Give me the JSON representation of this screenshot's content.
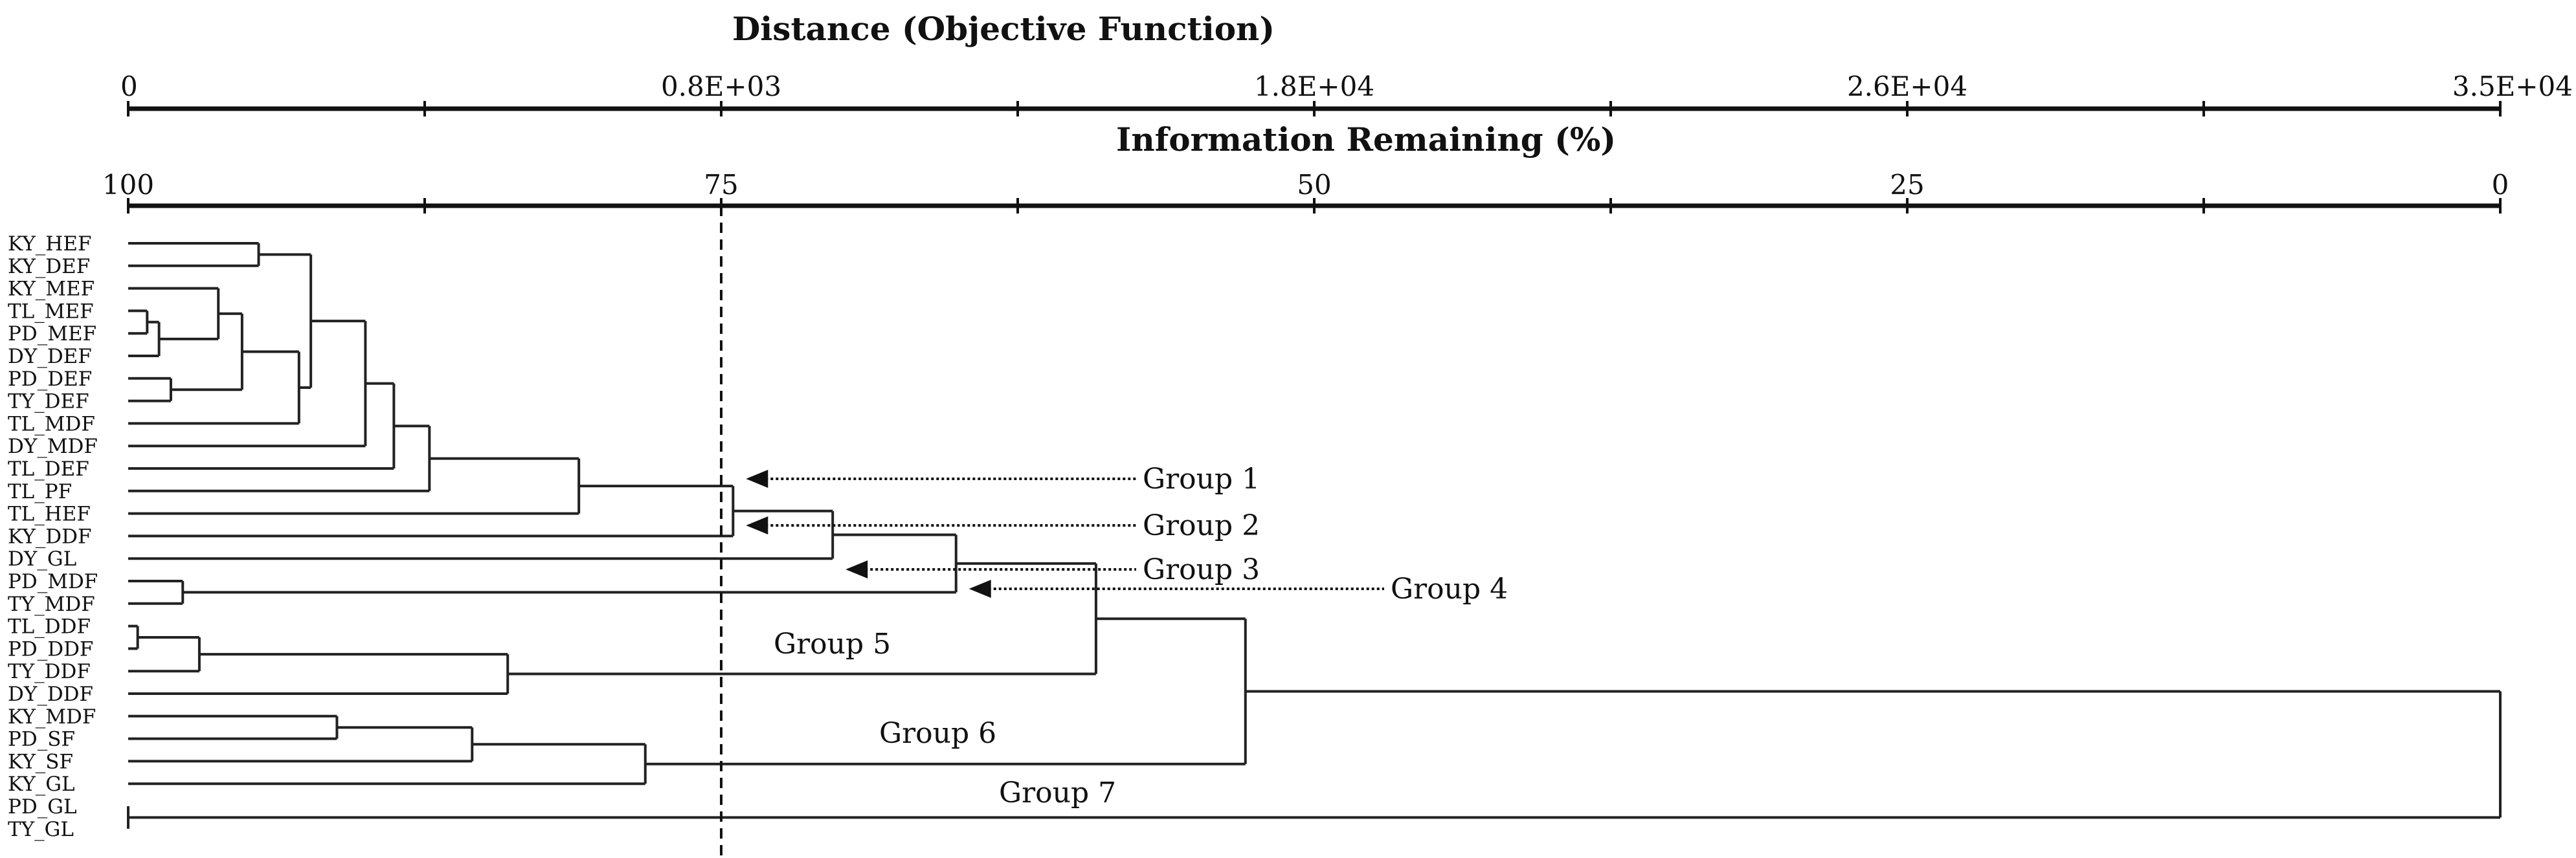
{
  "chart_data": {
    "type": "dendrogram",
    "top_axis": {
      "title": "Distance (Objective Function)",
      "ticks": [
        "0",
        "0.8E+03",
        "1.8E+04",
        "2.6E+04",
        "3.5E+04"
      ]
    },
    "bottom_axis": {
      "title": "Information Remaining (%)",
      "ticks": [
        "100",
        "75",
        "50",
        "25",
        "0"
      ],
      "range": [
        100,
        0
      ]
    },
    "cut_line_info_remaining": 75,
    "leaves": [
      "KY_HEF",
      "KY_DEF",
      "KY_MEF",
      "TL_MEF",
      "PD_MEF",
      "DY_DEF",
      "PD_DEF",
      "TY_DEF",
      "TL_MDF",
      "DY_MDF",
      "TL_DEF",
      "TL_PF",
      "TL_HEF",
      "KY_DDF",
      "DY_GL",
      "PD_MDF",
      "TY_MDF",
      "TL_DDF",
      "PD_DDF",
      "TY_DDF",
      "DY_DDF",
      "KY_MDF",
      "PD_SF",
      "KY_SF",
      "KY_GL",
      "PD_GL",
      "TY_GL"
    ],
    "merges": [
      {
        "a": 0,
        "b": 1,
        "height": 94.5
      },
      {
        "a": 3,
        "b": 4,
        "height": 99.2
      },
      {
        "a": "m1",
        "b": 5,
        "height": 98.7
      },
      {
        "a": 6,
        "b": 7,
        "height": 98.2
      },
      {
        "a": 2,
        "b": "m2",
        "height": 96.2
      },
      {
        "a": "m4",
        "b": "m3",
        "height": 95.2
      },
      {
        "a": "m5",
        "b": 8,
        "height": 92.8
      },
      {
        "a": "m0",
        "b": "m6",
        "height": 92.3
      },
      {
        "a": "m7",
        "b": 9,
        "height": 90.0
      },
      {
        "a": "m8",
        "b": 10,
        "height": 88.8
      },
      {
        "a": "m9",
        "b": 11,
        "height": 87.3
      },
      {
        "a": "m10",
        "b": 12,
        "height": 81.0
      },
      {
        "a": "m11",
        "b": 13,
        "height": 74.5
      },
      {
        "a": "m12",
        "b": 14,
        "height": 70.3
      },
      {
        "a": 15,
        "b": 16,
        "height": 97.7
      },
      {
        "a": "m13",
        "b": "m14",
        "height": 65.1
      },
      {
        "a": 17,
        "b": 18,
        "height": 99.6
      },
      {
        "a": "m16",
        "b": 19,
        "height": 97.0
      },
      {
        "a": "m17",
        "b": 20,
        "height": 84.0
      },
      {
        "a": "m15",
        "b": "m18",
        "height": 59.2
      },
      {
        "a": 21,
        "b": 22,
        "height": 91.2
      },
      {
        "a": "m20",
        "b": 23,
        "height": 85.5
      },
      {
        "a": "m21",
        "b": 24,
        "height": 78.2
      },
      {
        "a": "m19",
        "b": "m22",
        "height": 52.9
      },
      {
        "a": 25,
        "b": 26,
        "height": 100
      },
      {
        "a": "m23",
        "b": "m24",
        "height": 0
      }
    ],
    "groups": [
      {
        "label": "Group 1",
        "points_to_height": 74.5
      },
      {
        "label": "Group 2",
        "points_to_height": 74.5
      },
      {
        "label": "Group 3",
        "points_to_height": 70.3
      },
      {
        "label": "Group 4",
        "points_to_height": 65.1
      },
      {
        "label": "Group 5"
      },
      {
        "label": "Group 6"
      },
      {
        "label": "Group 7"
      }
    ]
  }
}
